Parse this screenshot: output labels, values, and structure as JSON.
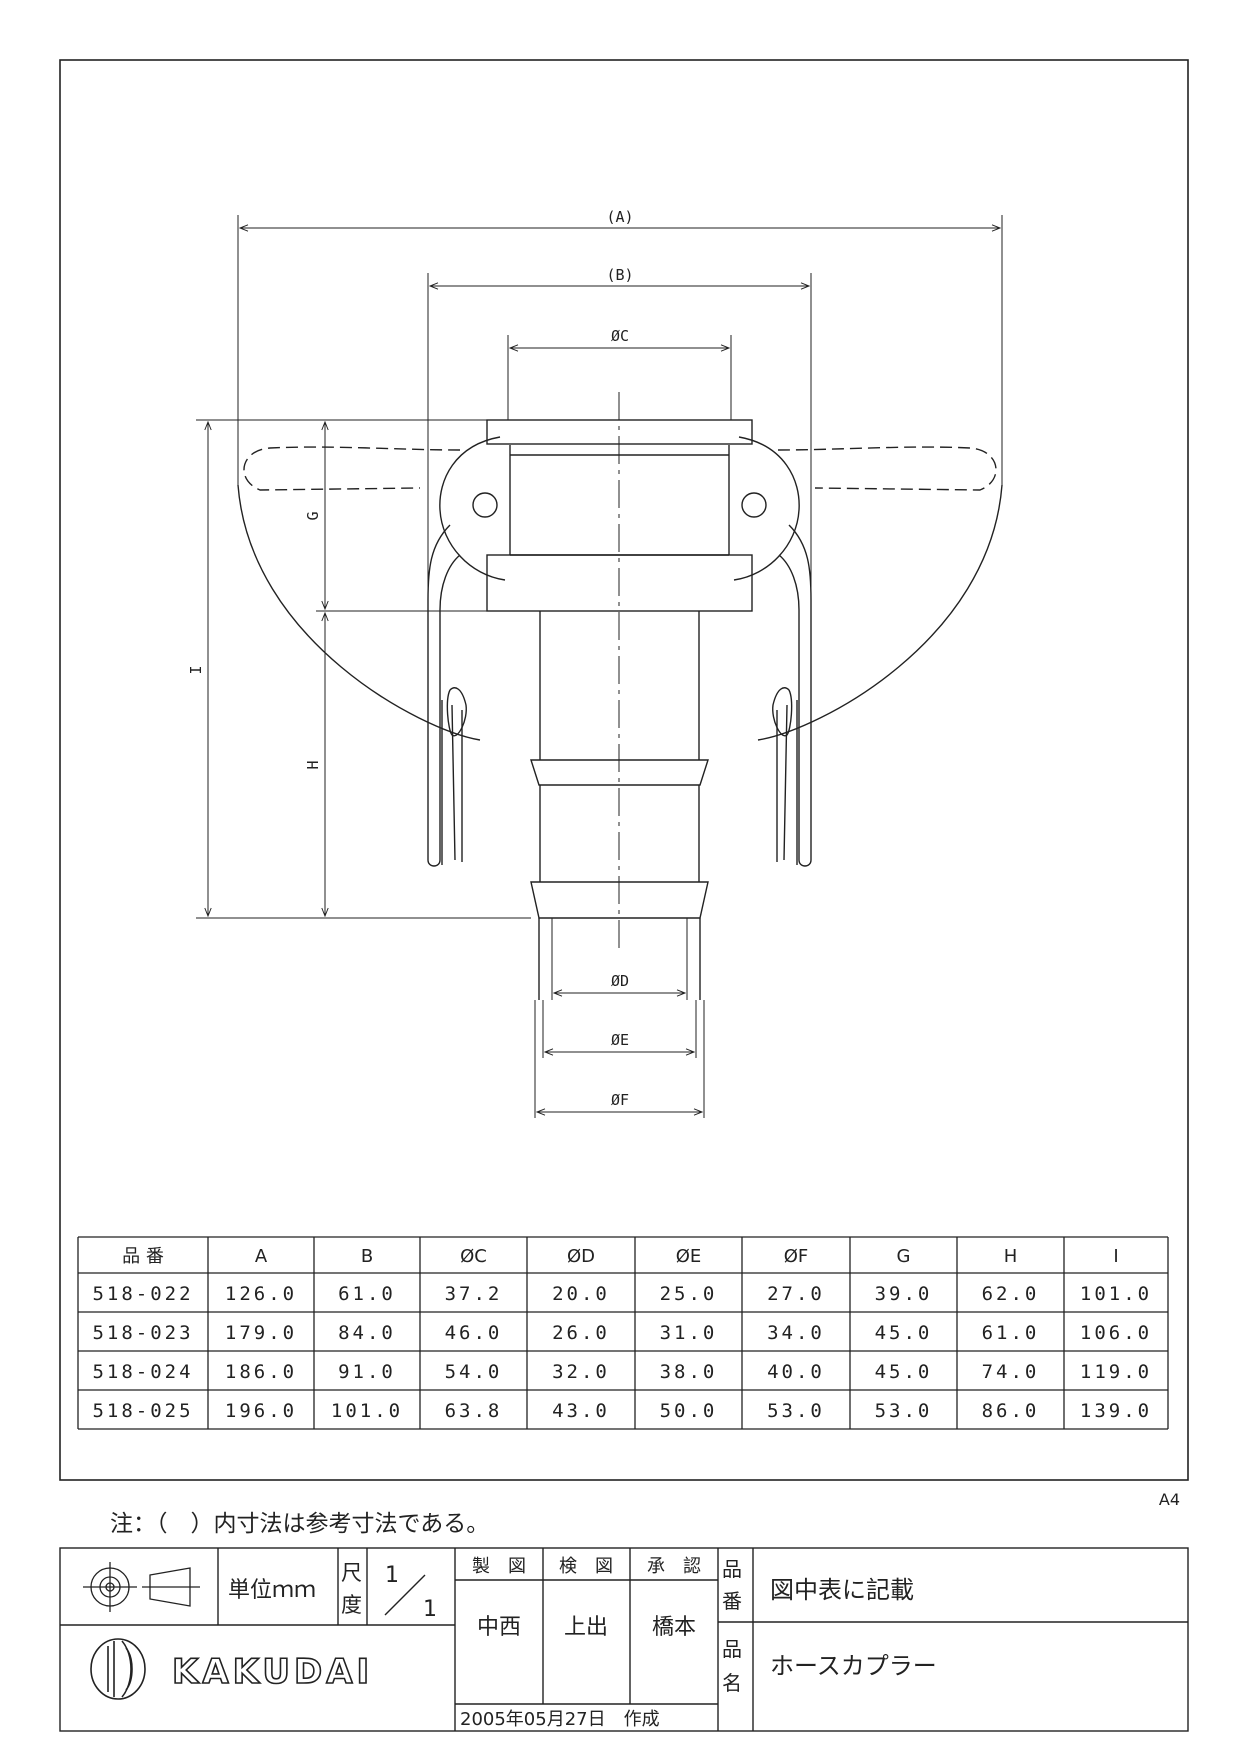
{
  "dimensions": {
    "A": "(A)",
    "B": "(B)",
    "C": "ØC",
    "D": "ØD",
    "E": "ØE",
    "F": "ØF",
    "G": "G",
    "H": "H",
    "I": "I"
  },
  "table": {
    "headers": [
      "品 番",
      "A",
      "B",
      "ØC",
      "ØD",
      "ØE",
      "ØF",
      "G",
      "H",
      "I"
    ],
    "rows": [
      [
        "518-022",
        "126.0",
        "61.0",
        "37.2",
        "20.0",
        "25.0",
        "27.0",
        "39.0",
        "62.0",
        "101.0"
      ],
      [
        "518-023",
        "179.0",
        "84.0",
        "46.0",
        "26.0",
        "31.0",
        "34.0",
        "45.0",
        "61.0",
        "106.0"
      ],
      [
        "518-024",
        "186.0",
        "91.0",
        "54.0",
        "32.0",
        "38.0",
        "40.0",
        "45.0",
        "74.0",
        "119.0"
      ],
      [
        "518-025",
        "196.0",
        "101.0",
        "63.8",
        "43.0",
        "50.0",
        "53.0",
        "53.0",
        "86.0",
        "139.0"
      ]
    ]
  },
  "note": "注：（　）内寸法は参考寸法である。",
  "title_block": {
    "unit_label": "単位ｍｍ",
    "scale_label_1": "尺",
    "scale_label_2": "度",
    "scale_num": "1",
    "scale_den": "1",
    "drawn_header": "製　図",
    "checked_header": "検　図",
    "approved_header": "承　認",
    "drawn_by": "中西",
    "checked_by": "上出",
    "approved_by": "橋本",
    "part_no_label_1": "品",
    "part_no_label_2": "番",
    "part_no_value": "図中表に記載",
    "part_name_label_1": "品",
    "part_name_label_2": "名",
    "part_name_value": "ホースカプラー",
    "date": "2005年05月27日　作成",
    "brand": "KAKUDAI"
  },
  "paper_size": "A4"
}
